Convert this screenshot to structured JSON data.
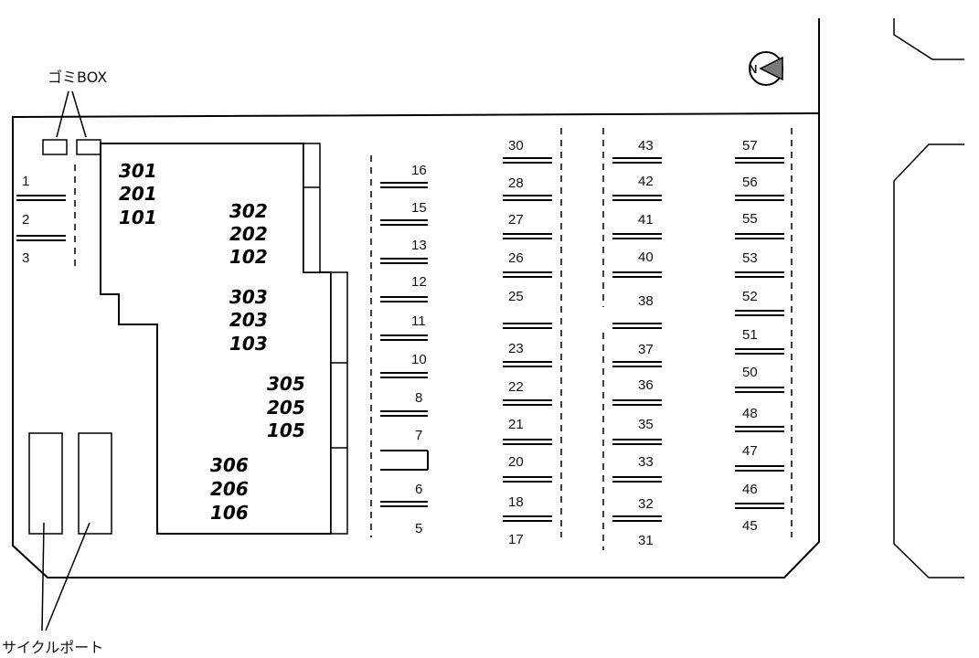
{
  "labels": {
    "trash_box": "ゴミBOX",
    "cycle_port": "サイクルポート"
  },
  "building": {
    "room_columns": [
      [
        "301",
        "201",
        "101"
      ],
      [
        "302",
        "202",
        "102"
      ],
      [
        "303",
        "203",
        "103"
      ],
      [
        "305",
        "205",
        "105"
      ],
      [
        "306",
        "206",
        "106"
      ]
    ]
  },
  "parking": {
    "group_left": [
      "1",
      "2",
      "3"
    ],
    "column_a": [
      "16",
      "15",
      "13",
      "12",
      "11",
      "10",
      "8",
      "7",
      "6",
      "5"
    ],
    "column_b": [
      "30",
      "28",
      "27",
      "26",
      "25",
      "23",
      "22",
      "21",
      "20",
      "18",
      "17"
    ],
    "column_c": [
      "43",
      "42",
      "41",
      "40",
      "38",
      "37",
      "36",
      "35",
      "33",
      "32",
      "31"
    ],
    "column_d": [
      "57",
      "56",
      "55",
      "53",
      "52",
      "51",
      "50",
      "48",
      "47",
      "46",
      "45"
    ]
  },
  "compass": {
    "letter": "N"
  },
  "icons": {
    "compass": "north-arrow-icon"
  }
}
